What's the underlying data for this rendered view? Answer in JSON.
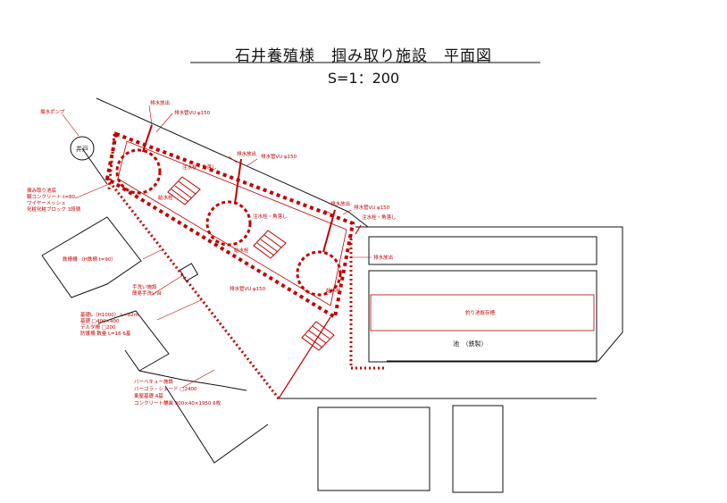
{
  "title": "石井養殖様　掴み取り施設　平面図",
  "scale": "S=1：200",
  "colors": {
    "line": "#000000",
    "accent": "#c00000"
  },
  "labels": {
    "pump": "揚水ポンプ",
    "well": "井戸",
    "drain1": "排水放出",
    "pipe1": "排水管VU φ150",
    "drain2": "排水放出",
    "pipe2": "排水管VU φ150",
    "drain3": "排水放出",
    "pipe3": "排水管VU φ150",
    "pipe_bottom": "排水管VU φ150",
    "inlet1": "注水栓・角落し",
    "inlet2": "注水栓・角落し",
    "inlet3": "注水栓・角落し",
    "valve1": "給水栓",
    "valve2": "給水栓",
    "valve3": "給水栓",
    "left_spec_1": "掴み取り池底",
    "left_spec_2": "鋼コンクリート t=80",
    "left_spec_3": "ワイヤーメッシュ",
    "left_spec_4": "化粧化粧ブロック 3段積",
    "fence": "鉄柵柵 （H鉄柵 t=90）",
    "hand_1": "手洗い施設",
    "hand_2": "簡易手洗い台",
    "spec_1": "基礎L（H1000） L=82m",
    "spec_2": "基礎 □400×400",
    "spec_3": "デルタ柵 □200",
    "spec_4": "防護柵 数量 L=16 6基",
    "bbq_1": "バーベキュー施設",
    "bbq_2": "バーゴラ・シェード □2400",
    "bbq_3": "東屋基礎 4基",
    "bbq_4": "コンクリート舗装 300×40×1950 6枚",
    "drain_right": "排水放出",
    "fish_pond": "釣り池既存槽",
    "pond": "池　（鉄製）"
  }
}
